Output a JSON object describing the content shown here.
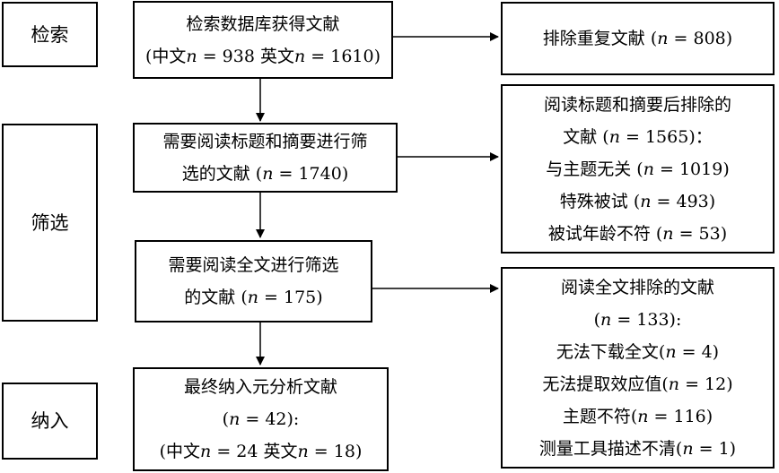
{
  "stages": {
    "search": "检索",
    "screen": "筛选",
    "include": "纳入"
  },
  "flow": {
    "retrieved": {
      "line1": "检索数据库获得文献",
      "cn_prefix": "(中文",
      "cn_n": "n",
      "cn_value": " = 938 英文",
      "en_n": "n",
      "en_value": " = 1610)"
    },
    "title_abstract": {
      "line1": "需要阅读标题和摘要进行筛",
      "line2_prefix": "选的文献 (",
      "n": "n",
      "line2_value": " = 1740)"
    },
    "full_text": {
      "line1": "需要阅读全文进行筛选",
      "line2_prefix": "的文献 (",
      "n": "n",
      "line2_value": " = 175)"
    },
    "included": {
      "line1": "最终纳入元分析文献",
      "line2_prefix": "(",
      "n": "n",
      "line2_value": " = 42):",
      "cn_prefix": "(中文",
      "cn_n": "n",
      "cn_value": " = 24 英文",
      "en_n": "n",
      "en_value": " = 18)"
    }
  },
  "exclusions": {
    "duplicates": {
      "prefix": "排除重复文献 (",
      "n": "n",
      "value": " = 808)"
    },
    "title_abstract": {
      "line1": "阅读标题和摘要后排除的",
      "line2_prefix": "文献 (",
      "line2_n": "n",
      "line2_value": " = 1565)：",
      "reasons": [
        {
          "label": "与主题无关 (",
          "n": "n",
          "value": " = 1019)"
        },
        {
          "label": "特殊被试 (",
          "n": "n",
          "value": " = 493)"
        },
        {
          "label": "被试年龄不符 (",
          "n": "n",
          "value": " = 53)"
        }
      ]
    },
    "full_text": {
      "line1": "阅读全文排除的文献",
      "line2_prefix": "(",
      "line2_n": "n",
      "line2_value": " = 133):",
      "reasons": [
        {
          "label": "无法下载全文(",
          "n": "n",
          "value": " = 4)"
        },
        {
          "label": "无法提取效应值(",
          "n": "n",
          "value": " = 12)"
        },
        {
          "label": "主题不符(",
          "n": "n",
          "value": " = 116)"
        },
        {
          "label": "测量工具描述不清(",
          "n": "n",
          "value": " = 1)"
        }
      ]
    }
  }
}
